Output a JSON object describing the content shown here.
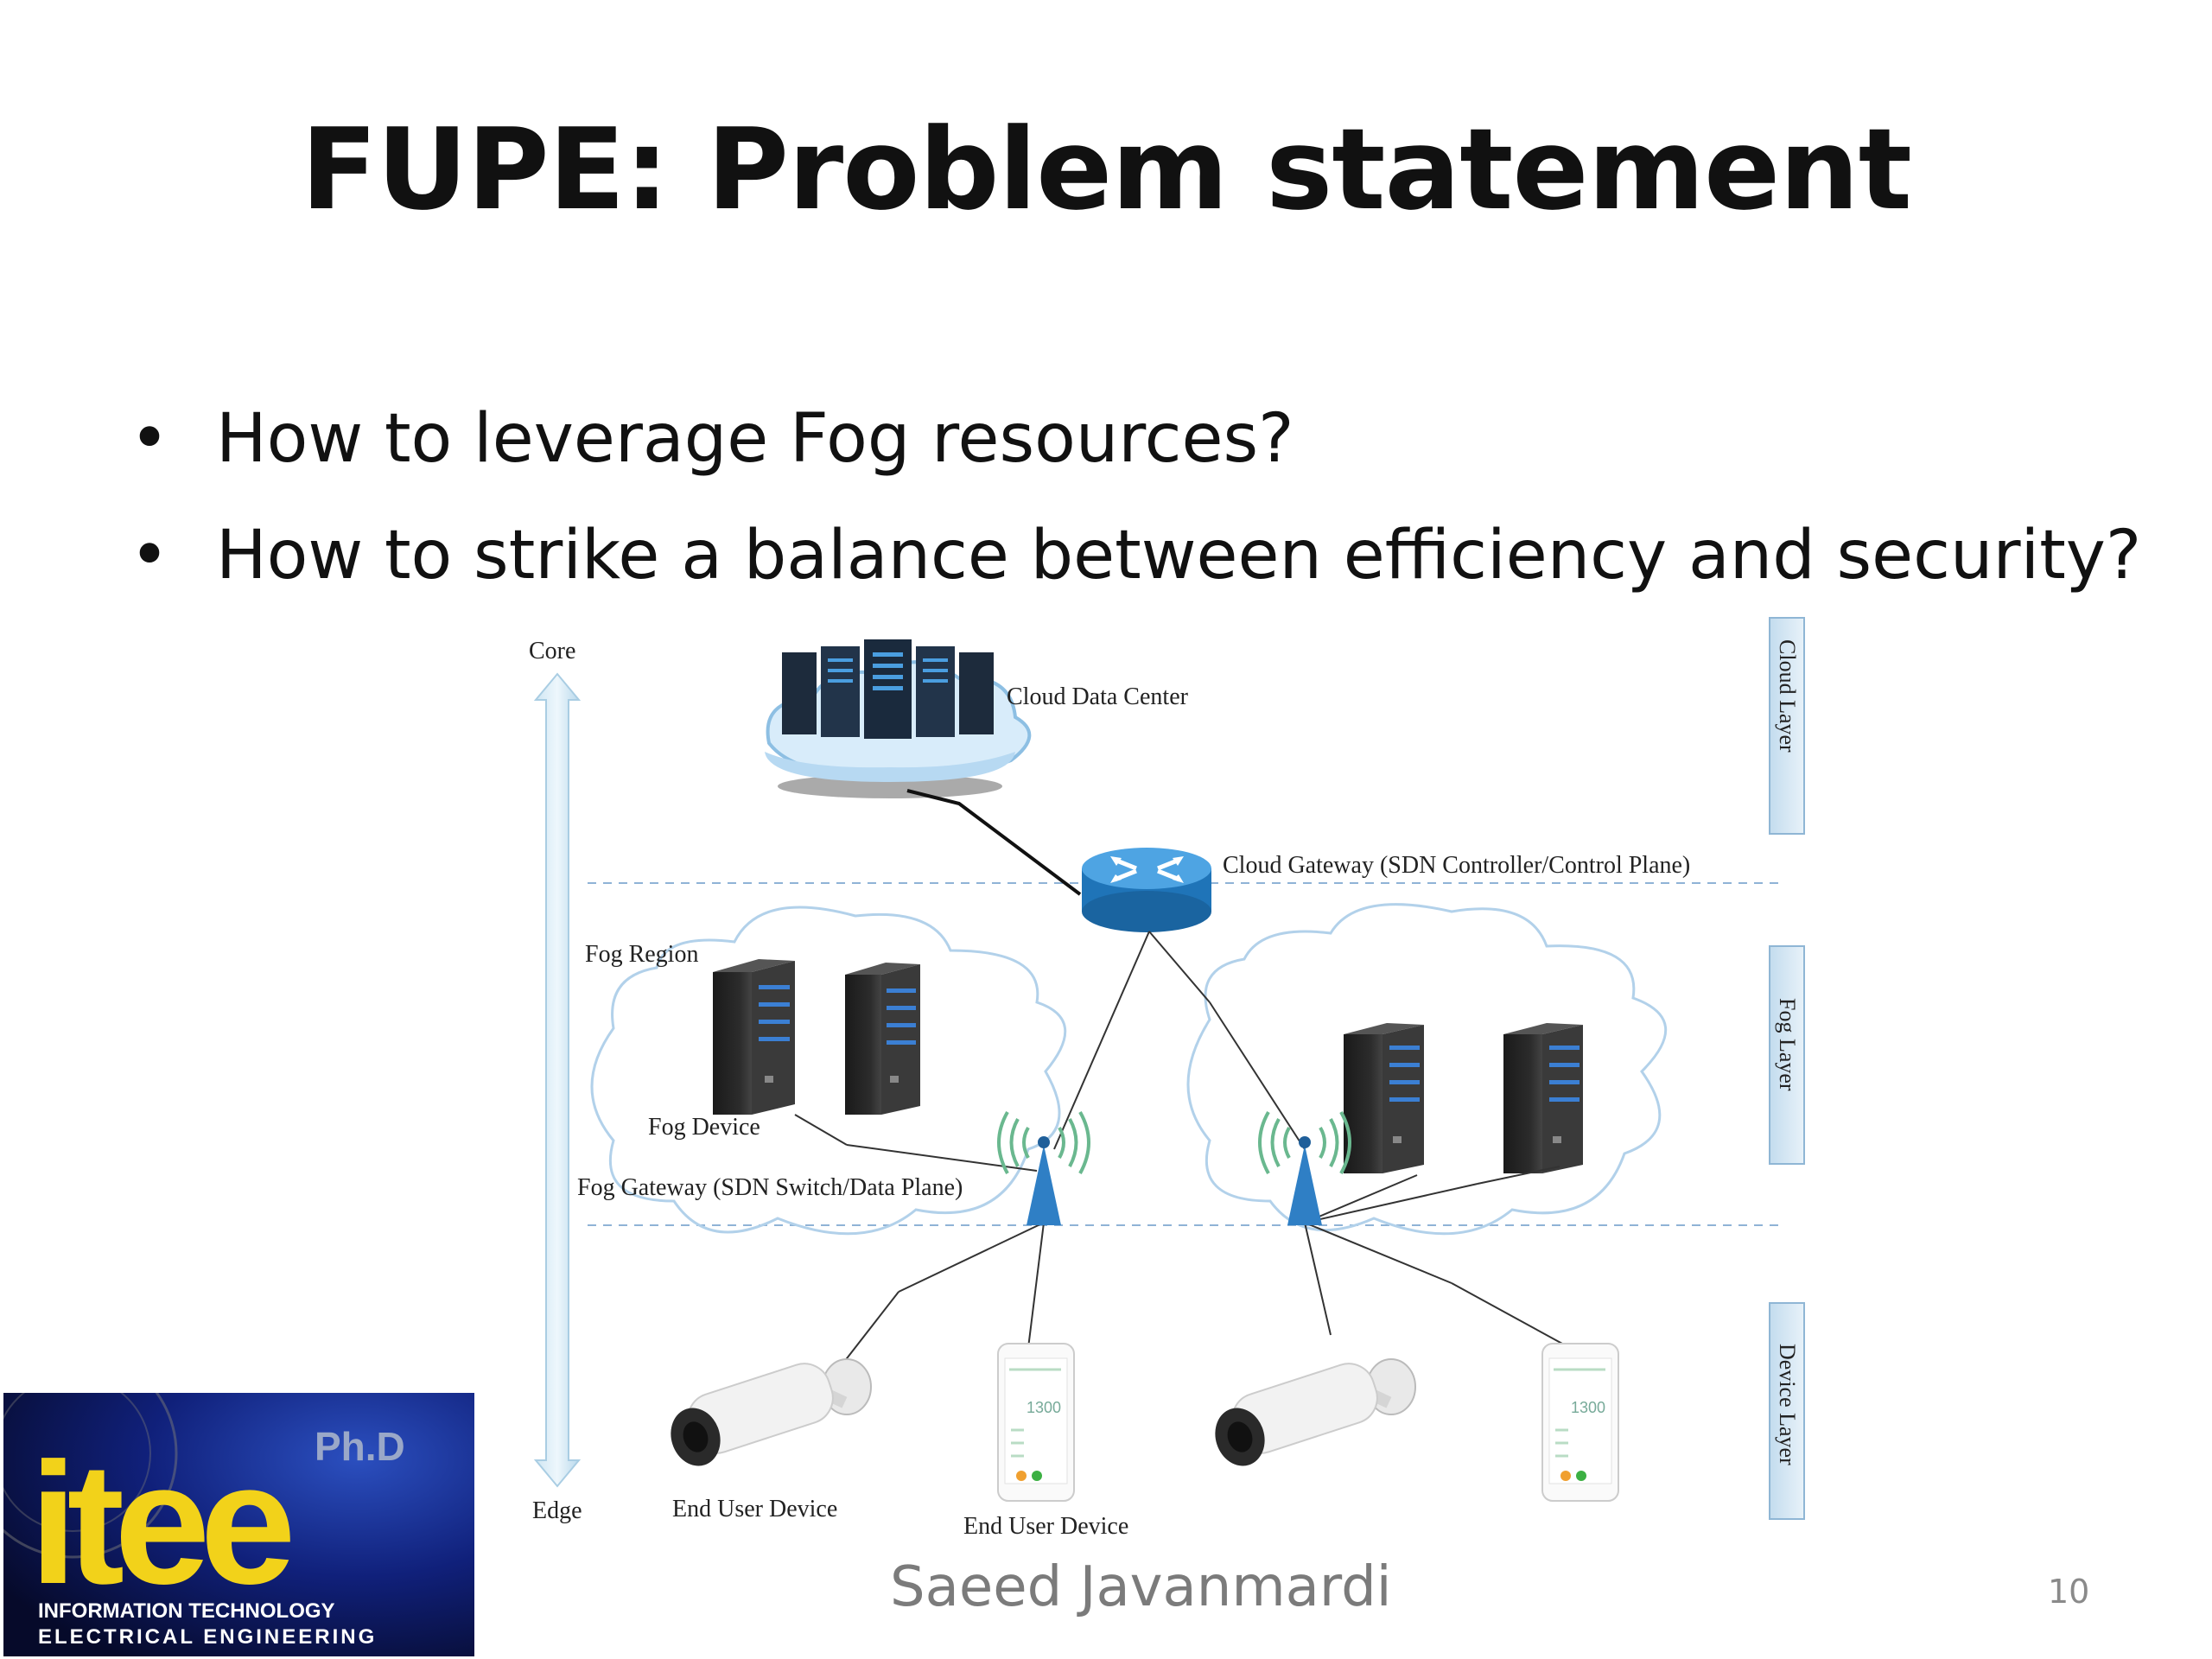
{
  "slide": {
    "title": "FUPE: Problem statement",
    "bullets": [
      "How to leverage Fog resources?",
      "How to strike a balance between efficiency and security?"
    ],
    "footer": "Saeed Javanmardi",
    "page_number": "10"
  },
  "diagram": {
    "axis_top": "Core",
    "axis_bottom": "Edge",
    "cloud_data_center": "Cloud Data Center",
    "cloud_gateway": "Cloud Gateway (SDN Controller/Control Plane)",
    "fog_region": "Fog Region",
    "fog_device": "Fog Device",
    "fog_gateway": "Fog Gateway (SDN Switch/Data Plane)",
    "end_user_device_1": "End User Device",
    "end_user_device_2": "End User Device",
    "layers": {
      "cloud": "Cloud Layer",
      "fog": "Fog Layer",
      "device": "Device Layer"
    },
    "phone_reading": "1300"
  },
  "logo": {
    "phd": "Ph.D",
    "name": "itee",
    "line1": "INFORMATION TECHNOLOGY",
    "line2": "ELECTRICAL ENGINEERING"
  }
}
